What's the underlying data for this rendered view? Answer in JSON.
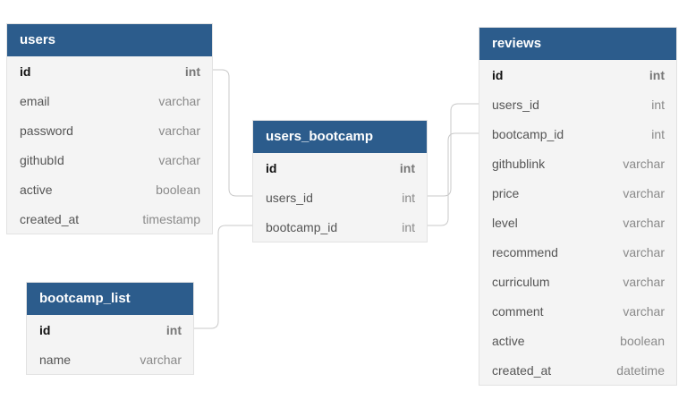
{
  "tables": {
    "users": {
      "name": "users",
      "columns": [
        {
          "name": "id",
          "type": "int",
          "pk": true
        },
        {
          "name": "email",
          "type": "varchar"
        },
        {
          "name": "password",
          "type": "varchar"
        },
        {
          "name": "githubId",
          "type": "varchar"
        },
        {
          "name": "active",
          "type": "boolean"
        },
        {
          "name": "created_at",
          "type": "timestamp"
        }
      ]
    },
    "users_bootcamp": {
      "name": "users_bootcamp",
      "columns": [
        {
          "name": "id",
          "type": "int",
          "pk": true
        },
        {
          "name": "users_id",
          "type": "int"
        },
        {
          "name": "bootcamp_id",
          "type": "int"
        }
      ]
    },
    "bootcamp_list": {
      "name": "bootcamp_list",
      "columns": [
        {
          "name": "id",
          "type": "int",
          "pk": true
        },
        {
          "name": "name",
          "type": "varchar"
        }
      ]
    },
    "reviews": {
      "name": "reviews",
      "columns": [
        {
          "name": "id",
          "type": "int",
          "pk": true
        },
        {
          "name": "users_id",
          "type": "int"
        },
        {
          "name": "bootcamp_id",
          "type": "int"
        },
        {
          "name": "githublink",
          "type": "varchar"
        },
        {
          "name": "price",
          "type": "varchar"
        },
        {
          "name": "level",
          "type": "varchar"
        },
        {
          "name": "recommend",
          "type": "varchar"
        },
        {
          "name": "curriculum",
          "type": "varchar"
        },
        {
          "name": "comment",
          "type": "varchar"
        },
        {
          "name": "active",
          "type": "boolean"
        },
        {
          "name": "created_at",
          "type": "datetime"
        }
      ]
    }
  },
  "relations": [
    {
      "from": "users.id",
      "to": "users_bootcamp.users_id"
    },
    {
      "from": "bootcamp_list.id",
      "to": "users_bootcamp.bootcamp_id"
    },
    {
      "from": "users_bootcamp.users_id",
      "to": "reviews.users_id"
    },
    {
      "from": "users_bootcamp.bootcamp_id",
      "to": "reviews.bootcamp_id"
    }
  ],
  "colors": {
    "header": "#2c5c8c",
    "header_text": "#ffffff",
    "body": "#f4f4f4",
    "connector": "#c9c9c9"
  }
}
